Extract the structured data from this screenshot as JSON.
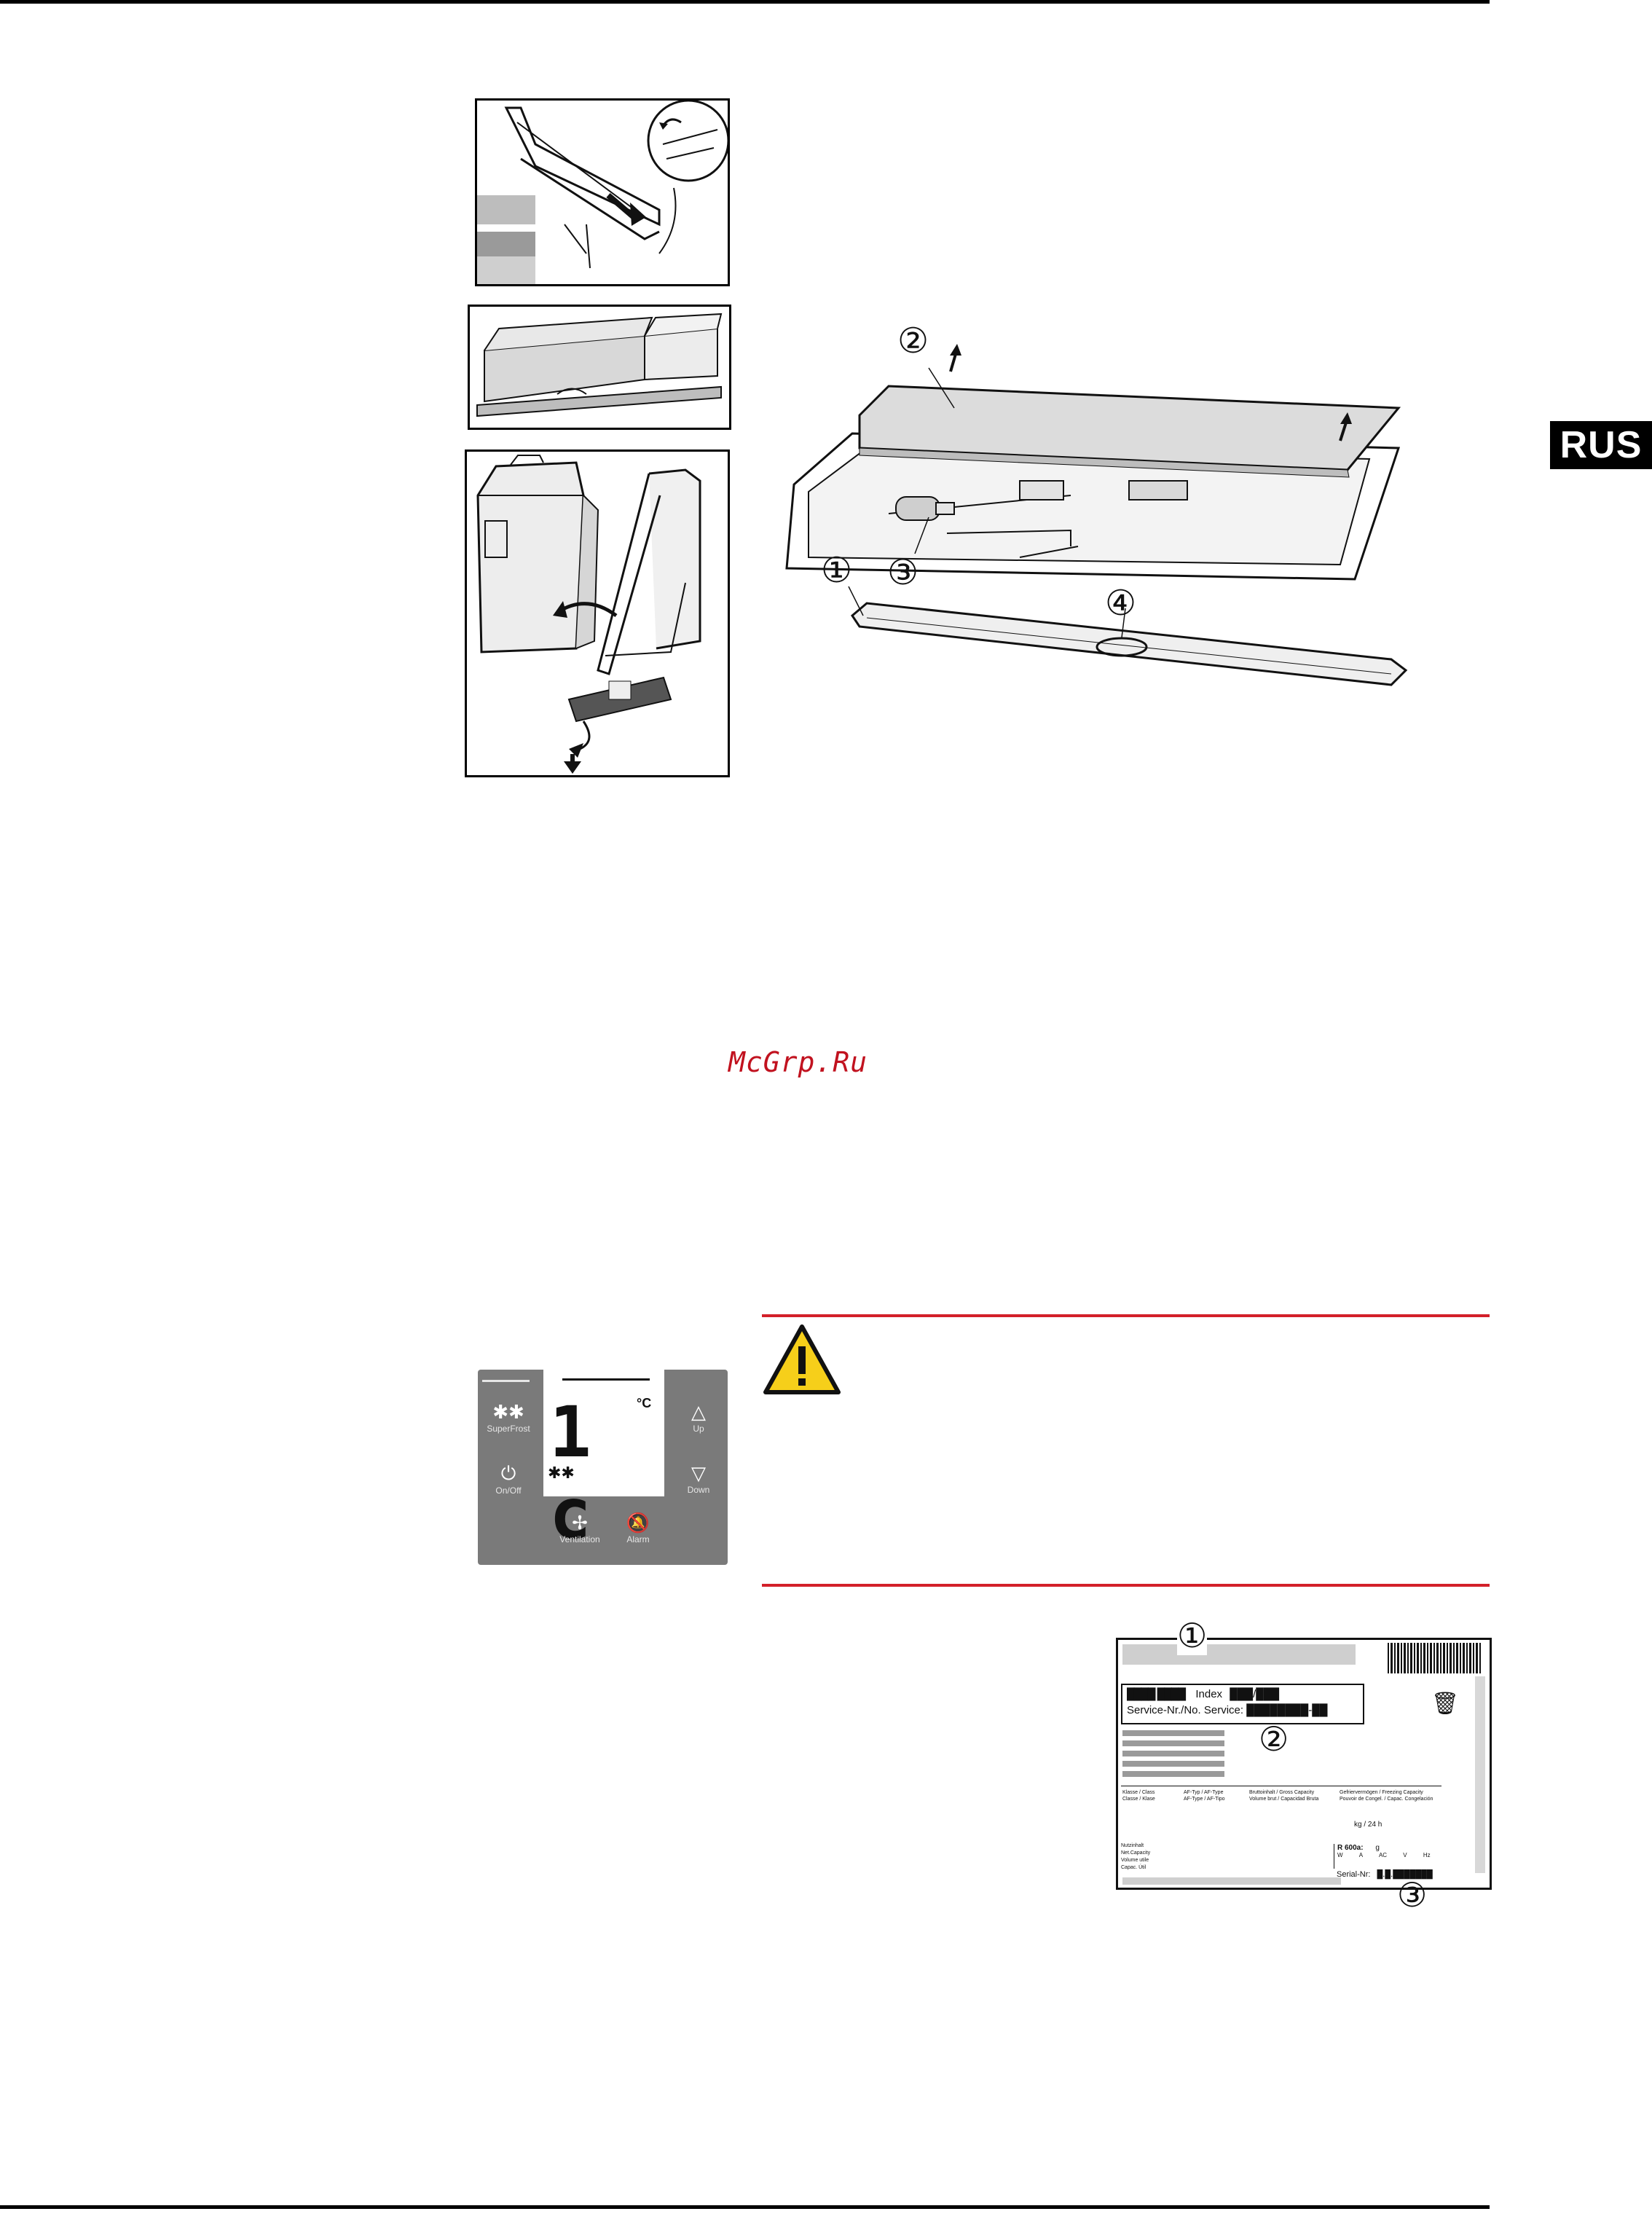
{
  "page": {
    "language_tab": "RUS",
    "watermark": "McGrp.Ru"
  },
  "control_panel": {
    "display_value": "1 c",
    "unit": "°C",
    "superfrost_label": "SuperFrost",
    "onoff_label": "On/Off",
    "up_label": "Up",
    "down_label": "Down",
    "ventilation_label": "Ventilation",
    "alarm_label": "Alarm"
  },
  "filter_diagram": {
    "callouts": [
      "①",
      "②",
      "③",
      "④"
    ]
  },
  "type_plate": {
    "index_label": "Index",
    "service_label": "Service-Nr./No. Service:",
    "class_header": "Klasse / Class\nClasse / Klase",
    "af_type_header": "AF-Typ / AF-Type\nAF-Type / AF-Tipo",
    "gross_capacity_header": "Bruttoinhalt / Gross Capacity\nVolume brut / Capacidad Bruta",
    "freezing_capacity_header": "Gefriervermögen / Freezing Capacity\nPouvoir de Congel. / Capac. Congelación",
    "kg_per_day": "kg / 24 h",
    "net_capacity_lines": [
      "Nutzinhalt",
      "Net.Capacity",
      "Volume utile",
      "Capac. Útil"
    ],
    "refrigerant": "R 600a:",
    "refrigerant_unit": "g",
    "serial_label": "Serial-Nr:",
    "electric_units": [
      "W",
      "A",
      "AC",
      "V",
      "Hz"
    ],
    "callouts": [
      "①",
      "②",
      "③"
    ]
  },
  "colors": {
    "accent_red": "#d3202a",
    "panel_gray": "#7a7a7a",
    "warning_yellow": "#f6cf1a"
  }
}
